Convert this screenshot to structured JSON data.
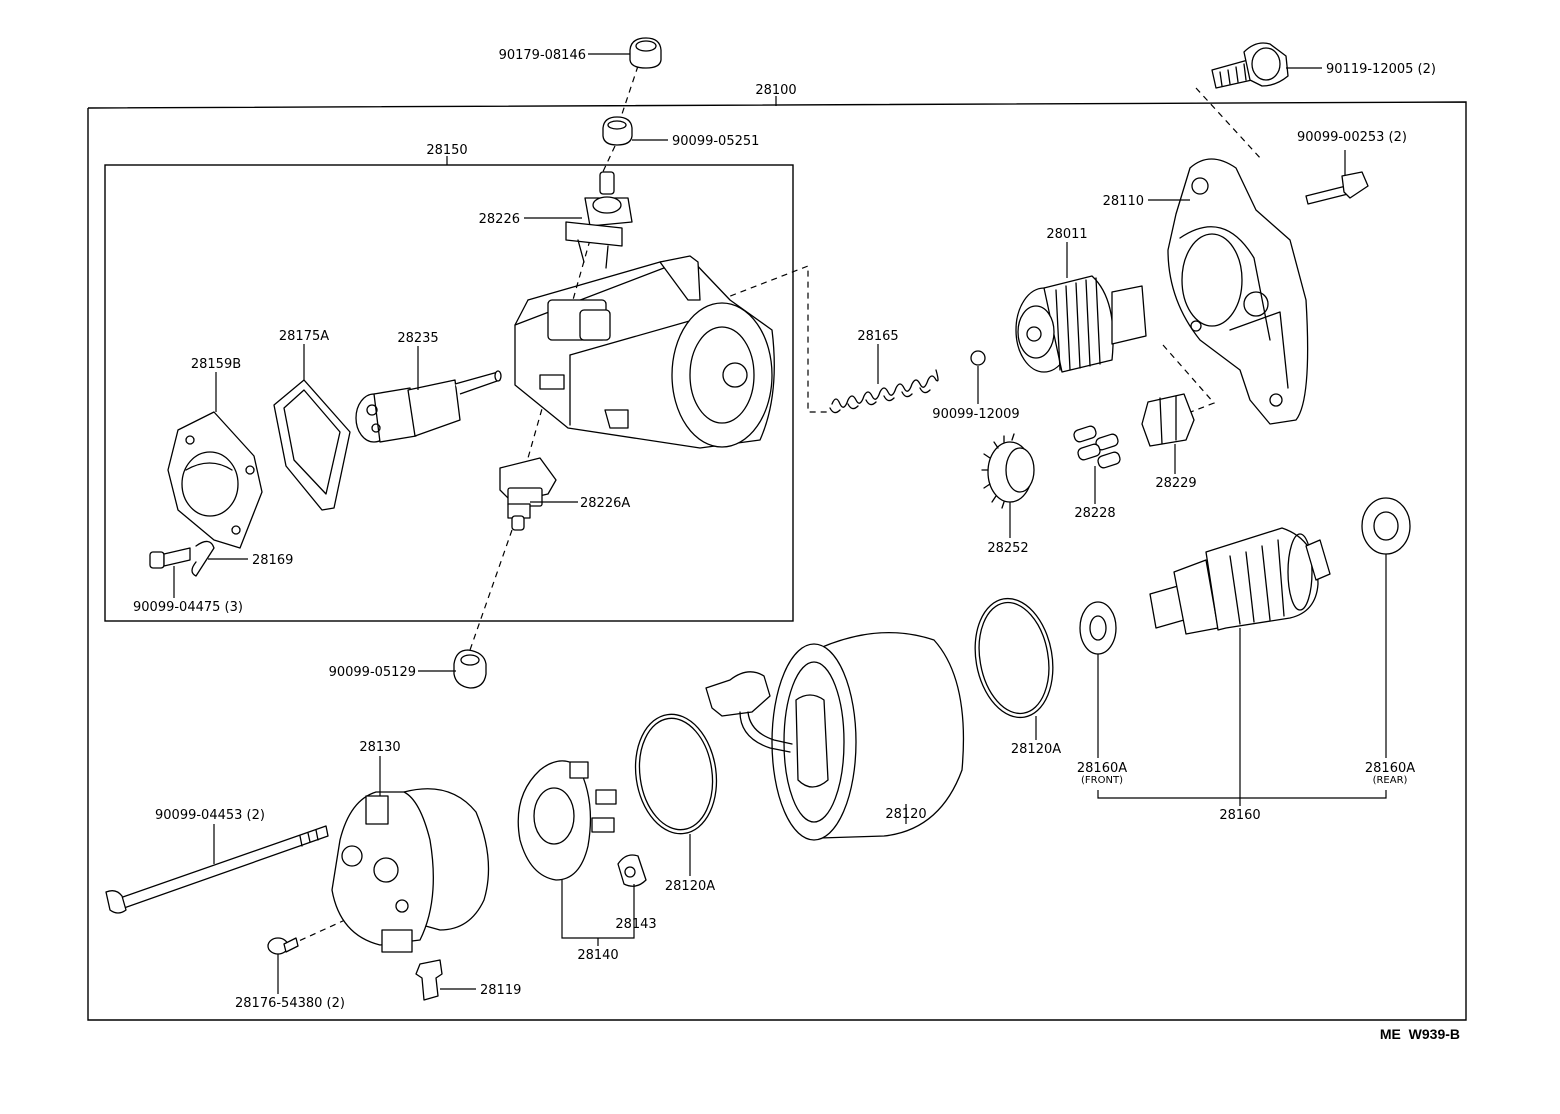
{
  "diagram_code": "ME  W939-B",
  "assemblies": {
    "main": "28100",
    "solenoid_set": "28150"
  },
  "parts": {
    "p_90179_08146": "90179-08146",
    "p_90099_05251": "90099-05251",
    "p_28226": "28226",
    "p_28159b": "28159B",
    "p_28175a": "28175A",
    "p_28235": "28235",
    "p_28226a": "28226A",
    "p_28169": "28169",
    "p_90099_04475": "90099-04475 (3)",
    "p_90099_05129": "90099-05129",
    "p_90119_12005": "90119-12005 (2)",
    "p_90099_00253": "90099-00253 (2)",
    "p_28110": "28110",
    "p_28011": "28011",
    "p_28165": "28165",
    "p_90099_12009": "90099-12009",
    "p_28252": "28252",
    "p_28228": "28228",
    "p_28229": "28229",
    "p_28130": "28130",
    "p_90099_04453": "90099-04453 (2)",
    "p_28176_54380": "28176-54380 (2)",
    "p_28119": "28119",
    "p_28140": "28140",
    "p_28143": "28143",
    "p_28120a_left": "28120A",
    "p_28120": "28120",
    "p_28120a_right": "28120A",
    "p_28160a_front": "28160A",
    "p_28160a_front_note": "(FRONT)",
    "p_28160a_rear": "28160A",
    "p_28160a_rear_note": "(REAR)",
    "p_28160": "28160"
  }
}
